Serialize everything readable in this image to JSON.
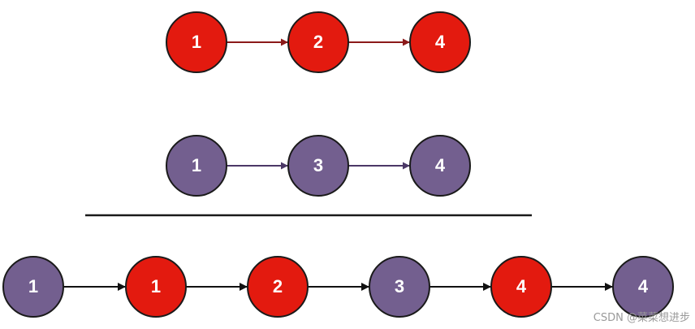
{
  "colors": {
    "red_fill": "#e31a0f",
    "purple_fill": "#735f8f",
    "node_stroke": "#1a1a1a",
    "red_edge": "#8b1a1a",
    "purple_edge": "#4b3866",
    "merged_edge": "#111111",
    "divider": "#1a1a1a"
  },
  "lists": [
    {
      "name": "list-a",
      "color": "red",
      "nodes": [
        {
          "value": "1",
          "color": "red"
        },
        {
          "value": "2",
          "color": "red"
        },
        {
          "value": "4",
          "color": "red"
        }
      ]
    },
    {
      "name": "list-b",
      "color": "purple",
      "nodes": [
        {
          "value": "1",
          "color": "purple"
        },
        {
          "value": "3",
          "color": "purple"
        },
        {
          "value": "4",
          "color": "purple"
        }
      ]
    },
    {
      "name": "merged-list",
      "color": "merged",
      "nodes": [
        {
          "value": "1",
          "color": "purple"
        },
        {
          "value": "1",
          "color": "red"
        },
        {
          "value": "2",
          "color": "red"
        },
        {
          "value": "3",
          "color": "purple"
        },
        {
          "value": "4",
          "color": "red"
        },
        {
          "value": "4",
          "color": "purple"
        }
      ]
    }
  ],
  "watermark": "CSDN @菜菜想进步"
}
